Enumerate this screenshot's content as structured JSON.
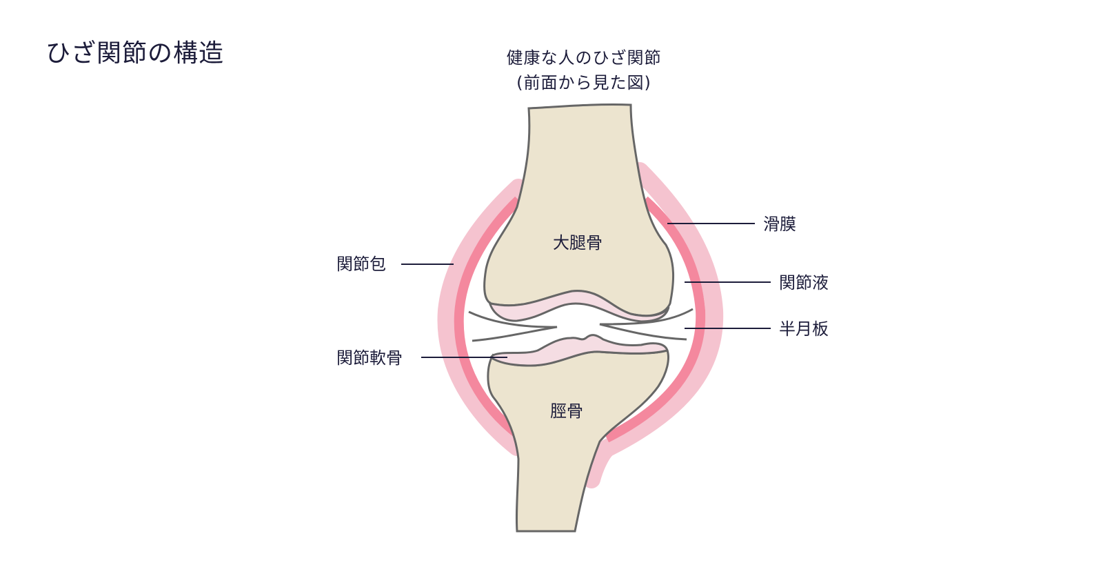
{
  "title": "ひざ関節の構造",
  "subtitle_line1": "健康な人のひざ関節",
  "subtitle_line2": "(前面から見た図)",
  "labels": {
    "femur": "大腿骨",
    "tibia": "脛骨",
    "joint_capsule": "関節包",
    "synovium": "滑膜",
    "synovial_fluid": "関節液",
    "meniscus": "半月板",
    "articular_cartilage": "関節軟骨"
  },
  "colors": {
    "bone": "#ece4cf",
    "cartilage": "#f5dde3",
    "synovium": "#f4889e",
    "capsule": "#f5c3cf",
    "outline": "#666666",
    "text": "#1c1c3a"
  }
}
